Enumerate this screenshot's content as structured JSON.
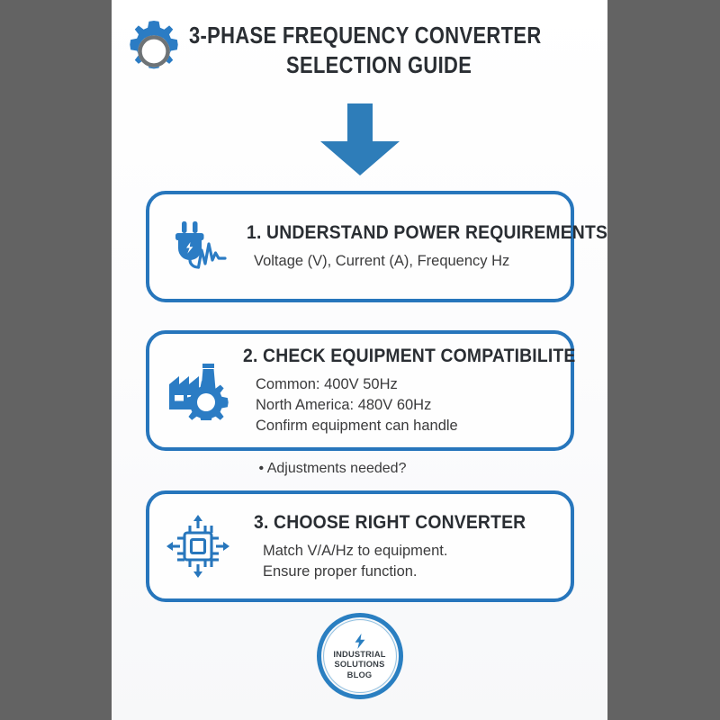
{
  "colors": {
    "page_background": "#636363",
    "sheet": "#fdfdfd",
    "brand_blue": "#2776bc",
    "icon_blue": "#2b7cc4",
    "heading_dark": "#2a2e33",
    "body_text": "#3b3b3c",
    "gear_gray": "#6e7376"
  },
  "header": {
    "gear_icon": "gear-icon",
    "title_line1": "3-PHASE FREQUENCY CONVERTER",
    "title_line2": "SELECTION GUIDE"
  },
  "arrow": {
    "icon": "arrow-down-icon"
  },
  "steps": [
    {
      "icon": "power-plug-waveform-icon",
      "heading": "1. UNDERSTAND POWER REQUIREMENTS",
      "lines": [
        "Voltage (V), Current (A), Frequency Hz"
      ]
    },
    {
      "icon": "factory-gear-icon",
      "heading": "2. CHECK EQUIPMENT COMPATIBILITE",
      "lines": [
        "Common: 400V 50Hz",
        "North America: 480V 60Hz",
        "Confirm equipment can handle"
      ]
    },
    {
      "icon": "microchip-arrows-icon",
      "heading": "3. CHOOSE RIGHT CONVERTER",
      "lines": [
        "Match V/A/Hz to equipment.",
        "Ensure proper function."
      ]
    }
  ],
  "note": {
    "text": "• Adjustments needed?"
  },
  "logo": {
    "bolt_icon": "lightning-bolt-icon",
    "line1": "INDUSTRIAL",
    "line2": "SOLUTIONS",
    "line3": "BLOG"
  }
}
